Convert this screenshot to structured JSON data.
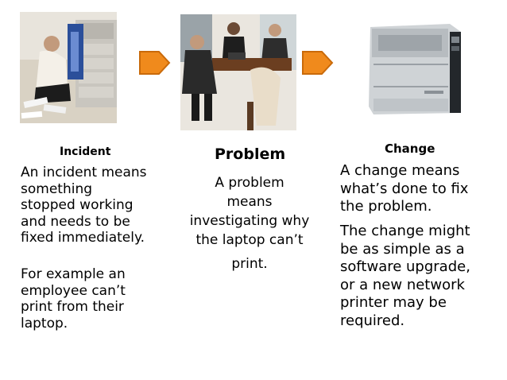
{
  "incident": {
    "heading": "Incident",
    "lines": [
      "An incident means",
      "something",
      "stopped working",
      "and needs to be",
      "fixed immediately."
    ],
    "example_lines": [
      "For example an",
      "employee can’t",
      "print from their",
      "laptop."
    ]
  },
  "problem": {
    "heading": "Problem",
    "lines": [
      "A problem",
      "means",
      "investigating why",
      "the laptop can’t",
      "print."
    ]
  },
  "change": {
    "heading": "Change",
    "lines": [
      "A change means",
      "what’s done to fix",
      "the problem."
    ],
    "lines2": [
      "The change might",
      "be as simple as a",
      "software upgrade,",
      "or a new network",
      "printer may be",
      "required."
    ]
  },
  "colors": {
    "arrow": "#f08a1c",
    "arrow_dark": "#c96a0a"
  },
  "icons": [
    "photo-printer-repair",
    "photo-meeting",
    "photo-laser-printer",
    "arrow-right-icon"
  ]
}
